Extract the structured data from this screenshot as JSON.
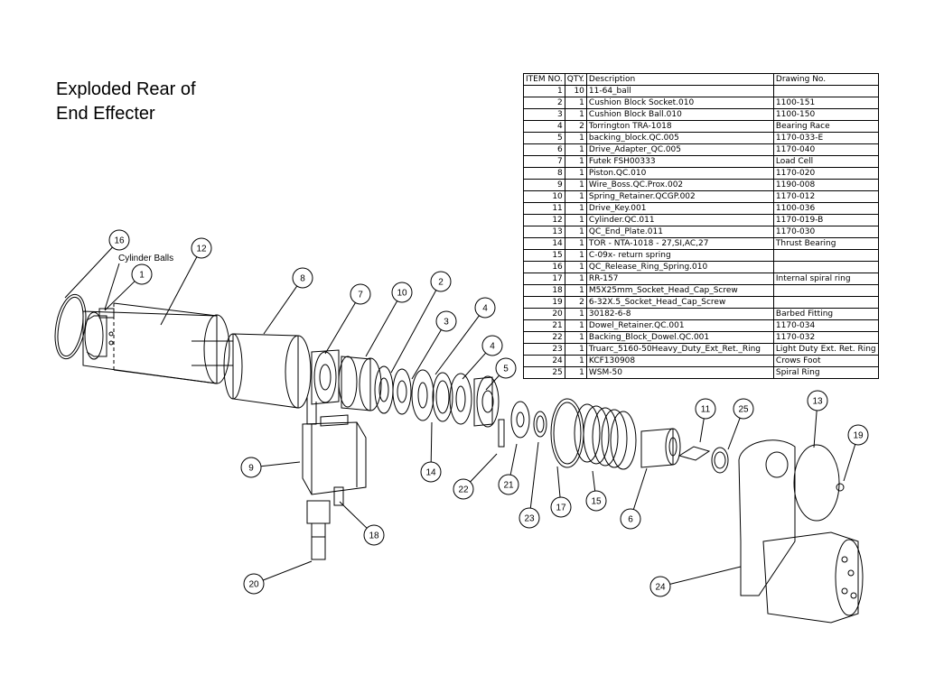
{
  "title": {
    "line1": "Exploded Rear of",
    "line2": "End Effecter"
  },
  "cylinder_balls_label": "Cylinder Balls",
  "bom": {
    "headers": [
      "ITEM NO.",
      "QTY.",
      "Description",
      "Drawing No."
    ],
    "rows": [
      [
        "1",
        "10",
        "11-64_ball",
        ""
      ],
      [
        "2",
        "1",
        "Cushion Block Socket.010",
        "1100-151"
      ],
      [
        "3",
        "1",
        "Cushion Block Ball.010",
        "1100-150"
      ],
      [
        "4",
        "2",
        "Torrington TRA-1018",
        "Bearing Race"
      ],
      [
        "5",
        "1",
        "backing_block.QC.005",
        "1170-033-E"
      ],
      [
        "6",
        "1",
        "Drive_Adapter_QC.005",
        "1170-040"
      ],
      [
        "7",
        "1",
        "Futek FSH00333",
        "Load Cell"
      ],
      [
        "8",
        "1",
        "Piston.QC.010",
        "1170-020"
      ],
      [
        "9",
        "1",
        "Wire_Boss.QC.Prox.002",
        "1190-008"
      ],
      [
        "10",
        "1",
        "Spring_Retainer.QCGP.002",
        "1170-012"
      ],
      [
        "11",
        "1",
        "Drive_Key.001",
        "1100-036"
      ],
      [
        "12",
        "1",
        "Cylinder.QC.011",
        "1170-019-B"
      ],
      [
        "13",
        "1",
        "QC_End_Plate.011",
        "1170-030"
      ],
      [
        "14",
        "1",
        "TOR - NTA-1018 - 27,SI,AC,27",
        "Thrust Bearing"
      ],
      [
        "15",
        "1",
        "C-09x- return spring",
        ""
      ],
      [
        "16",
        "1",
        "QC_Release_Ring_Spring.010",
        ""
      ],
      [
        "17",
        "1",
        "RR-157",
        "Internal spiral ring"
      ],
      [
        "18",
        "1",
        "M5X25mm_Socket_Head_Cap_Screw",
        ""
      ],
      [
        "19",
        "2",
        "6-32X.5_Socket_Head_Cap_Screw",
        ""
      ],
      [
        "20",
        "1",
        "30182-6-8",
        "Barbed Fitting"
      ],
      [
        "21",
        "1",
        "Dowel_Retainer.QC.001",
        "1170-034"
      ],
      [
        "22",
        "1",
        "Backing_Block_Dowel.QC.001",
        "1170-032"
      ],
      [
        "23",
        "1",
        "Truarc_5160-50Heavy_Duty_Ext_Ret._Ring",
        "Light Duty Ext. Ret. Ring"
      ],
      [
        "24",
        "1",
        "KCF130908",
        "Crows Foot"
      ],
      [
        "25",
        "1",
        "WSM-50",
        "Spiral Ring"
      ]
    ]
  },
  "callouts": [
    {
      "label": "16"
    },
    {
      "label": "12"
    },
    {
      "label": "1"
    },
    {
      "label": "8"
    },
    {
      "label": "7"
    },
    {
      "label": "10"
    },
    {
      "label": "2"
    },
    {
      "label": "3"
    },
    {
      "label": "4"
    },
    {
      "label": "4"
    },
    {
      "label": "5"
    },
    {
      "label": "9"
    },
    {
      "label": "14"
    },
    {
      "label": "22"
    },
    {
      "label": "21"
    },
    {
      "label": "23"
    },
    {
      "label": "17"
    },
    {
      "label": "15"
    },
    {
      "label": "6"
    },
    {
      "label": "11"
    },
    {
      "label": "25"
    },
    {
      "label": "13"
    },
    {
      "label": "19"
    },
    {
      "label": "18"
    },
    {
      "label": "20"
    },
    {
      "label": "24"
    }
  ]
}
